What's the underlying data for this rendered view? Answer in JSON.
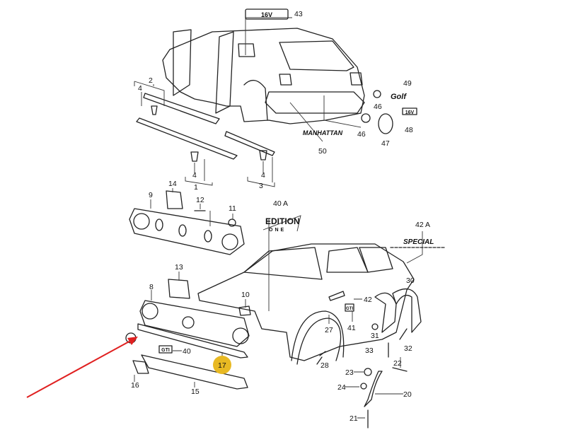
{
  "diagram": {
    "title": "Body trim, grilles and emblems parts diagram",
    "highlight_color": "#e8b923",
    "arrow_color": "#e02020",
    "highlighted_part": "17",
    "labels": {
      "p43": "43",
      "p2": "2",
      "p4a": "4",
      "p4b": "4",
      "p4c": "4",
      "p1": "1",
      "p3": "3",
      "p49": "49",
      "p46a": "46",
      "p46b": "46",
      "p47": "47",
      "p48": "48",
      "p50": "50",
      "p14": "14",
      "p9": "9",
      "p12": "12",
      "p11": "11",
      "p40a": "40 A",
      "p42a": "42 A",
      "p13": "13",
      "p8": "8",
      "p10": "10",
      "p30": "30",
      "p42": "42",
      "p27": "27",
      "p41": "41",
      "p31": "31",
      "p33": "33",
      "p32": "32",
      "p28": "28",
      "p17": "17",
      "p40": "40",
      "p16": "16",
      "p15": "15",
      "p22": "22",
      "p23": "23",
      "p24": "24",
      "p20": "20",
      "p21": "21"
    },
    "emblems": {
      "e43": "16V",
      "e49": "Golf",
      "e48": "16V",
      "e50": "MANHATTAN",
      "e40a_top": "EDITION",
      "e40a_bottom": "ONE",
      "e42a": "SPECIAL",
      "e40": "GTI",
      "e41": "GTI"
    }
  }
}
